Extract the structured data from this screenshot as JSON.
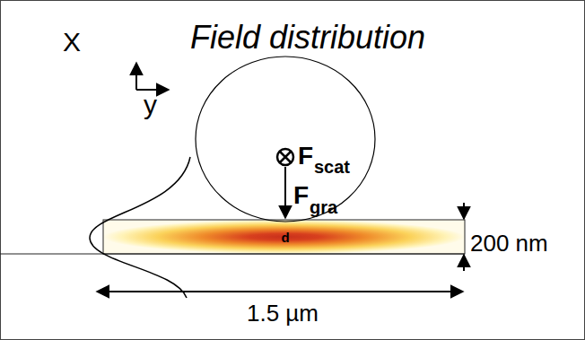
{
  "diagram": {
    "title": "Field distribution",
    "labels": [
      "X",
      "y",
      "F",
      "scat",
      "F",
      "gra",
      "d",
      "200 nm",
      "1.5 µm"
    ]
  }
}
